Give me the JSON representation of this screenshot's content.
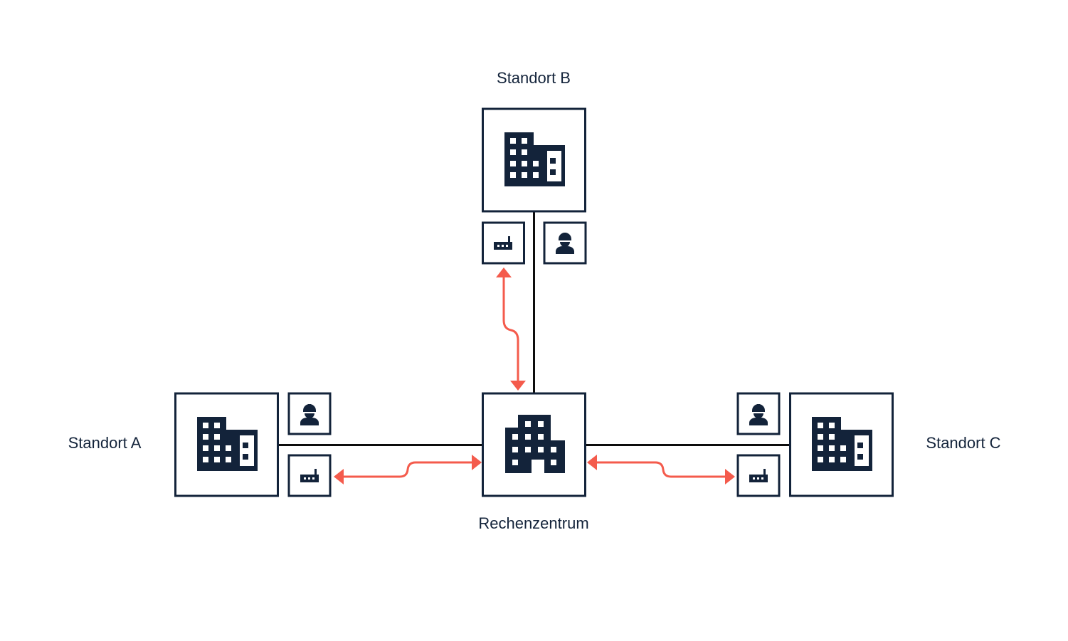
{
  "colors": {
    "ink": "#13233a",
    "line": "#0d0d0d",
    "arrow": "#f45b4c",
    "background": "#ffffff"
  },
  "nodes": {
    "site_b": {
      "label": "Standort B",
      "icon": "office-building-icon",
      "devices": [
        "router-icon",
        "worker-icon"
      ]
    },
    "site_a": {
      "label": "Standort A",
      "icon": "office-building-icon",
      "devices": [
        "worker-icon",
        "router-icon"
      ]
    },
    "site_c": {
      "label": "Standort C",
      "icon": "office-building-icon",
      "devices": [
        "worker-icon",
        "router-icon"
      ]
    },
    "datacenter": {
      "label": "Rechenzentrum",
      "icon": "datacenter-building-icon"
    }
  },
  "connections": [
    {
      "from": "site_b",
      "to": "datacenter",
      "type": "line"
    },
    {
      "from": "site_a",
      "to": "datacenter",
      "type": "line"
    },
    {
      "from": "site_c",
      "to": "datacenter",
      "type": "line"
    },
    {
      "from": "site_b.router",
      "to": "datacenter",
      "type": "bidirectional-arrow"
    },
    {
      "from": "site_a.router",
      "to": "datacenter",
      "type": "bidirectional-arrow"
    },
    {
      "from": "site_c.router",
      "to": "datacenter",
      "type": "bidirectional-arrow"
    }
  ]
}
